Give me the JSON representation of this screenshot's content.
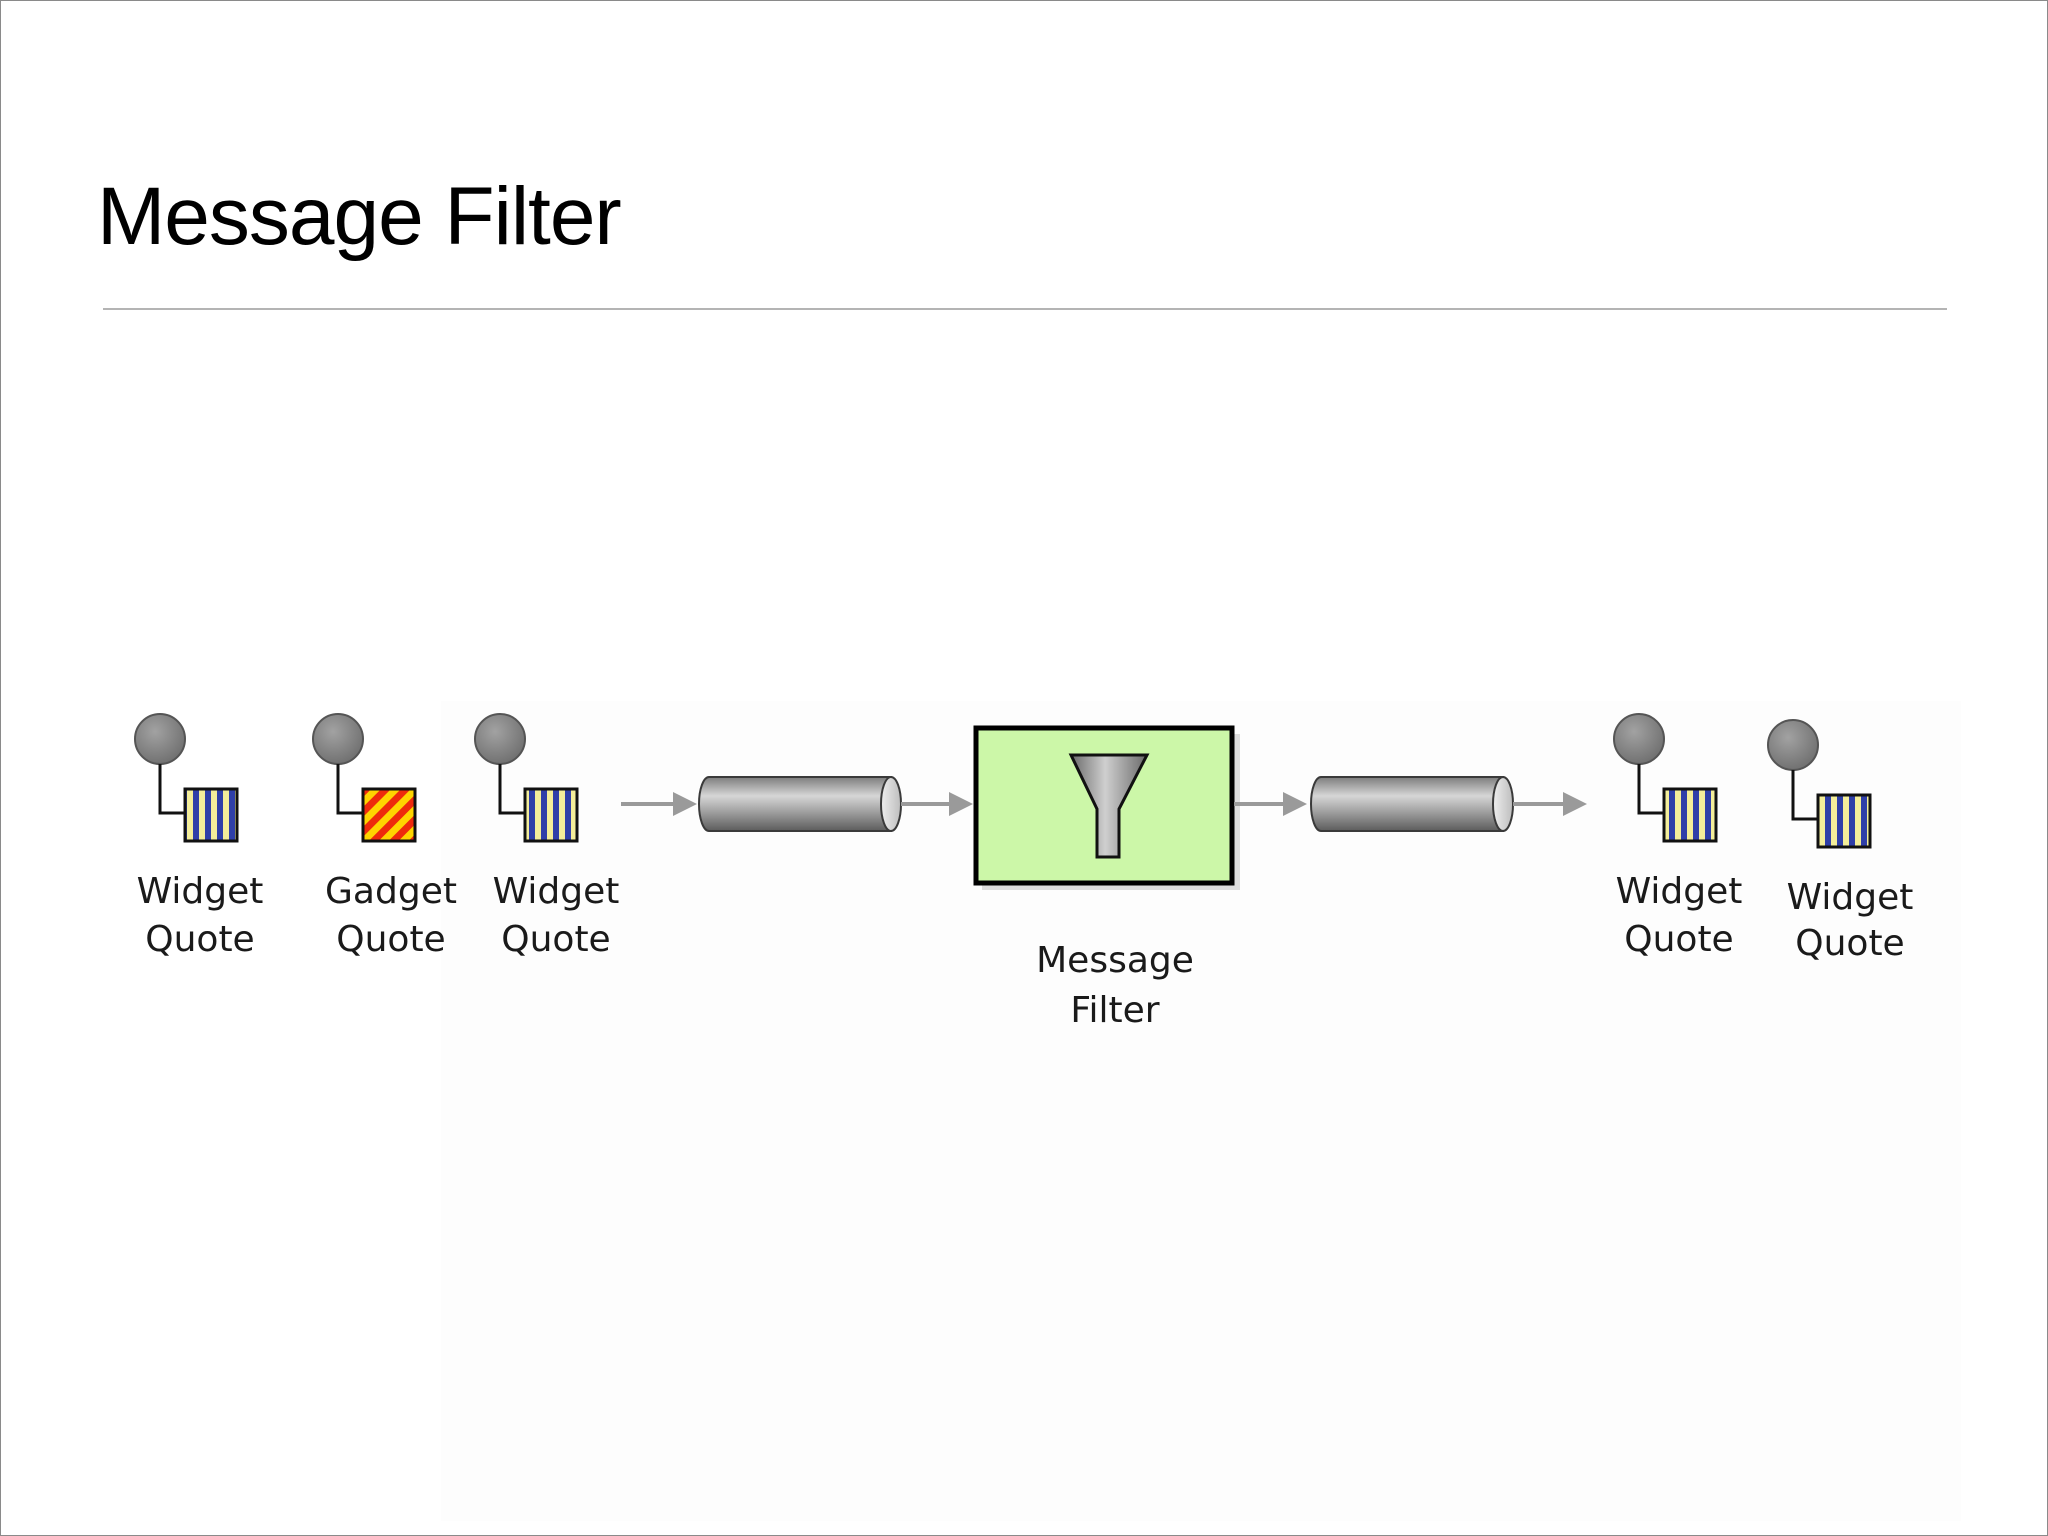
{
  "slide": {
    "title": "Message Filter"
  },
  "diagram": {
    "input_messages": [
      {
        "line1": "Widget",
        "line2": "Quote",
        "pattern": "widget-stripes"
      },
      {
        "line1": "Gadget",
        "line2": "Quote",
        "pattern": "gadget-diagonal"
      },
      {
        "line1": "Widget",
        "line2": "Quote",
        "pattern": "widget-stripes"
      }
    ],
    "filter": {
      "line1": "Message",
      "line2": "Filter",
      "icon": "funnel-icon"
    },
    "output_messages": [
      {
        "line1": "Widget",
        "line2": "Quote",
        "pattern": "widget-stripes"
      },
      {
        "line1": "Widget",
        "line2": "Quote",
        "pattern": "widget-stripes"
      }
    ],
    "colors": {
      "filter_fill": "#ccf7a8",
      "widget_stripe_a": "#2f3fa8",
      "widget_stripe_b": "#f4ee9a",
      "gadget_stripe_a": "#ee2a0c",
      "gadget_stripe_b": "#ffd400",
      "message_circle": "#8a8a8a",
      "arrow": "#9a9a9a"
    }
  }
}
